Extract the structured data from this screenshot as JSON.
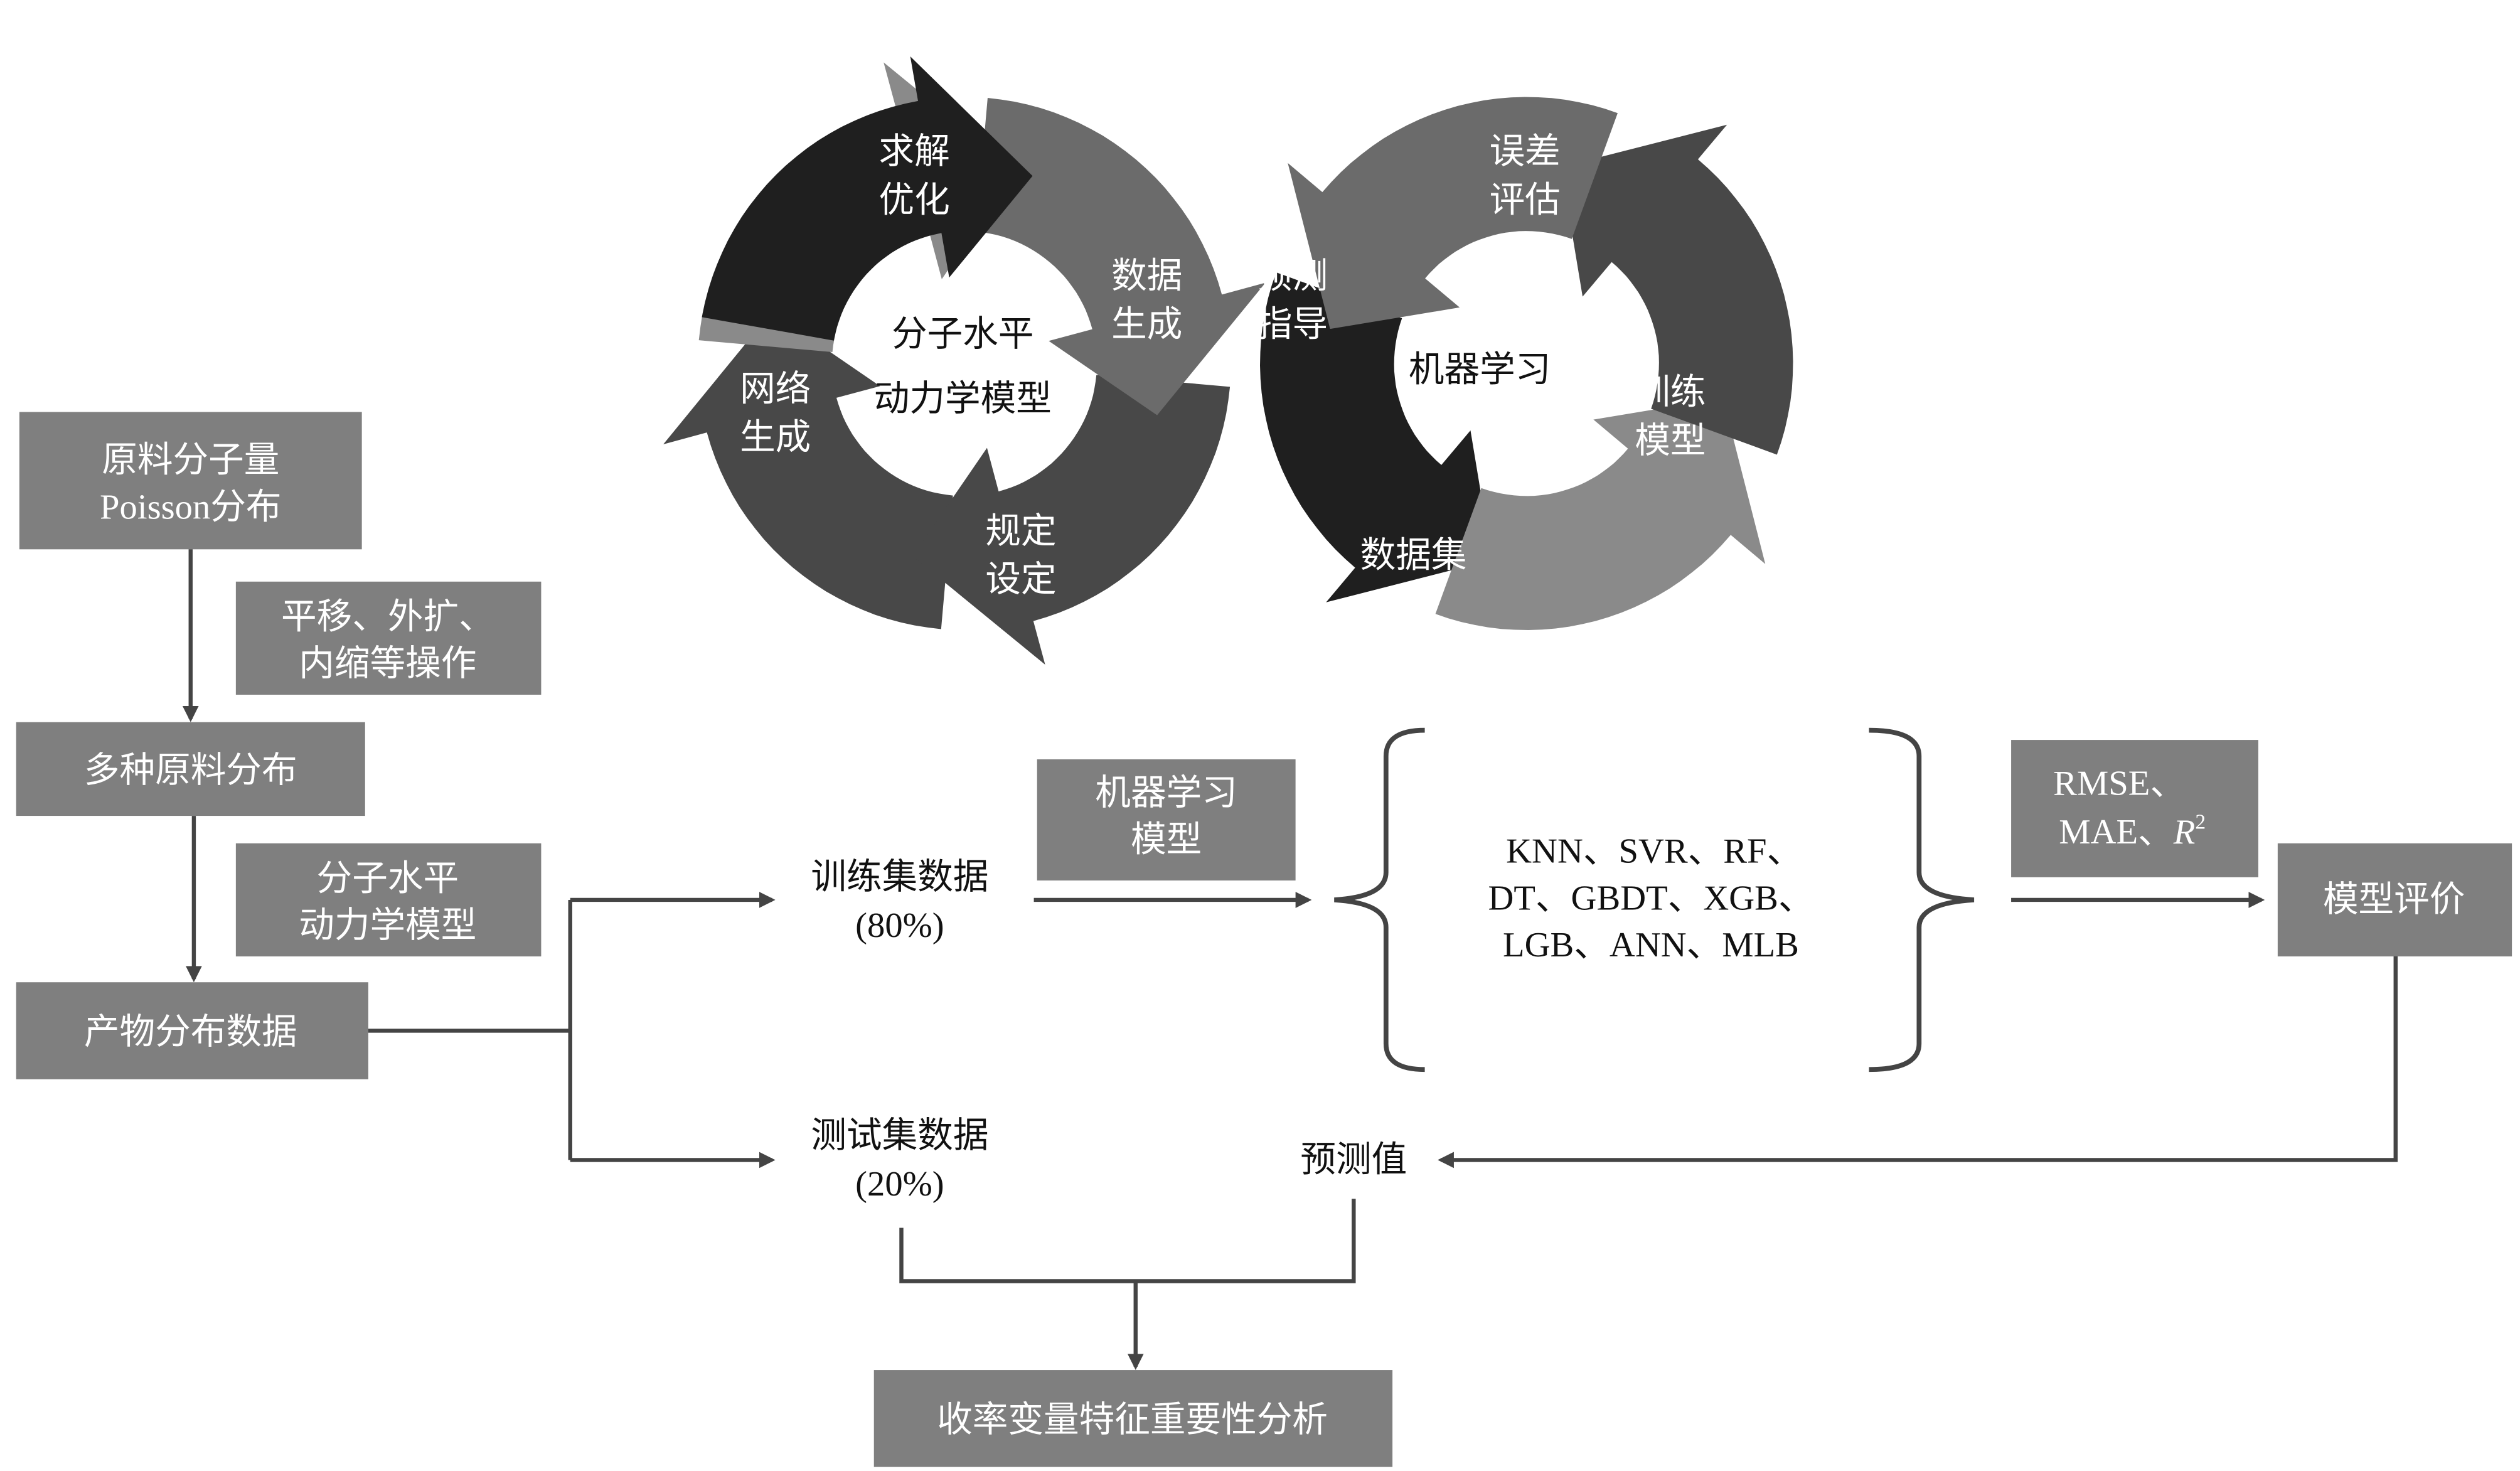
{
  "colors": {
    "box": "#7f7f7f",
    "dark": "#1f1f1f",
    "mid": "#6b6b6b",
    "light": "#8a8a8a",
    "deep": "#484848",
    "line": "#444444"
  },
  "left_cycle": {
    "center": [
      "分子水平",
      "动力学模型"
    ],
    "segments": [
      {
        "label": [
          "求解",
          "优化"
        ]
      },
      {
        "label": [
          "数据",
          "生成"
        ]
      },
      {
        "label": [
          "规定",
          "设定"
        ]
      },
      {
        "label": [
          "网络",
          "生成"
        ]
      }
    ]
  },
  "right_cycle": {
    "center": "机器学习",
    "segments": [
      {
        "label": [
          "误差",
          "评估"
        ]
      },
      {
        "label": [
          "预测",
          "指导"
        ]
      },
      {
        "label": [
          "数据集"
        ]
      },
      {
        "label": [
          "训练",
          "模型"
        ]
      }
    ]
  },
  "flow": {
    "raw_mw": [
      "原料分子量",
      "Poisson分布"
    ],
    "ops": [
      "平移、外扩、",
      "内缩等操作"
    ],
    "multi_dist": "多种原料分布",
    "md_model": [
      "分子水平",
      "动力学模型"
    ],
    "product_data": "产物分布数据",
    "train": [
      "训练集数据",
      "(80%)"
    ],
    "test": [
      "测试集数据",
      "(20%)"
    ],
    "ml_model": [
      "机器学习",
      "模型"
    ],
    "algorithms": [
      "KNN、SVR、RF、",
      "DT、GBDT、XGB、",
      "LGB、ANN、MLB"
    ],
    "metrics": [
      "RMSE、",
      "MAE、",
      "R",
      "2"
    ],
    "evaluation": "模型评价",
    "prediction": "预测值",
    "analysis": "收率变量特征重要性分析"
  }
}
